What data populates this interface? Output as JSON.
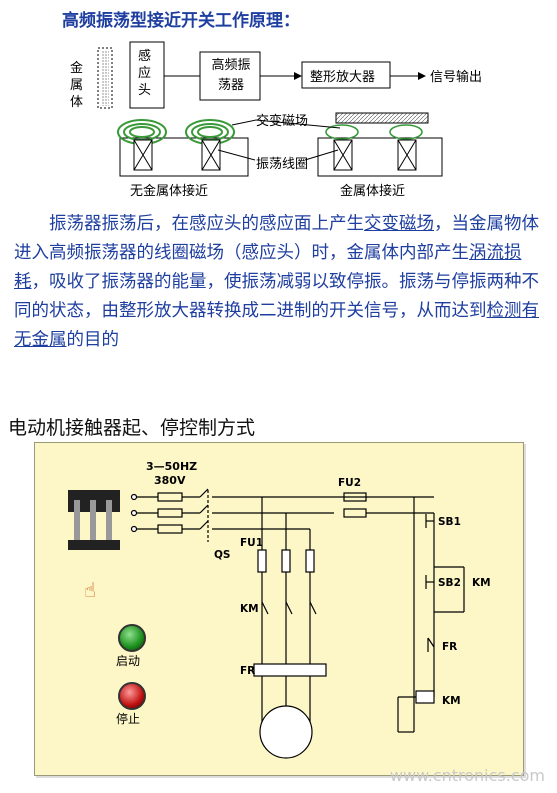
{
  "principle": {
    "title": "高频振荡型接近开关工作原理：",
    "labels": {
      "metal_body": "金属体",
      "sensor_head": "感应头",
      "oscillator": "高频振荡器",
      "amplifier": "整形放大器",
      "signal_out": "信号输出",
      "alt_field": "交变磁场",
      "osc_coil": "振荡线圈",
      "no_metal": "无金属体接近",
      "metal_near": "金属体接近"
    },
    "paragraph": {
      "p1": "振荡器振荡后，在感应头的感应面上产生",
      "u1": "交变磁场",
      "p2": "，当金属物体进入高频振荡器的线圈磁场（感应头）时，金属体内部产生",
      "u2": "涡流损耗",
      "p3": "，吸收了振荡器的能量，使振荡减弱以致停振。振荡与停振两种不同的状态，由整形放大器转换成二进制的开关信号，从而达到",
      "u3": "检测有无金属",
      "p4": "的目的"
    }
  },
  "motor": {
    "title": "电动机接触器起、停控制方式",
    "supply_freq": "3—50HZ",
    "supply_voltage": "380V",
    "labels": {
      "qs": "QS",
      "fu1": "FU1",
      "fu2": "FU2",
      "km": "KM",
      "fr": "FR",
      "sb1": "SB1",
      "sb2": "SB2"
    },
    "start_label": "启动",
    "stop_label": "停止",
    "colors": {
      "panel": "#fdf7c8",
      "start_button": "#1a8f1a",
      "stop_button": "#c01010",
      "coil_wire": "#1a1a1a"
    }
  },
  "watermark": "www.cntronics.com"
}
